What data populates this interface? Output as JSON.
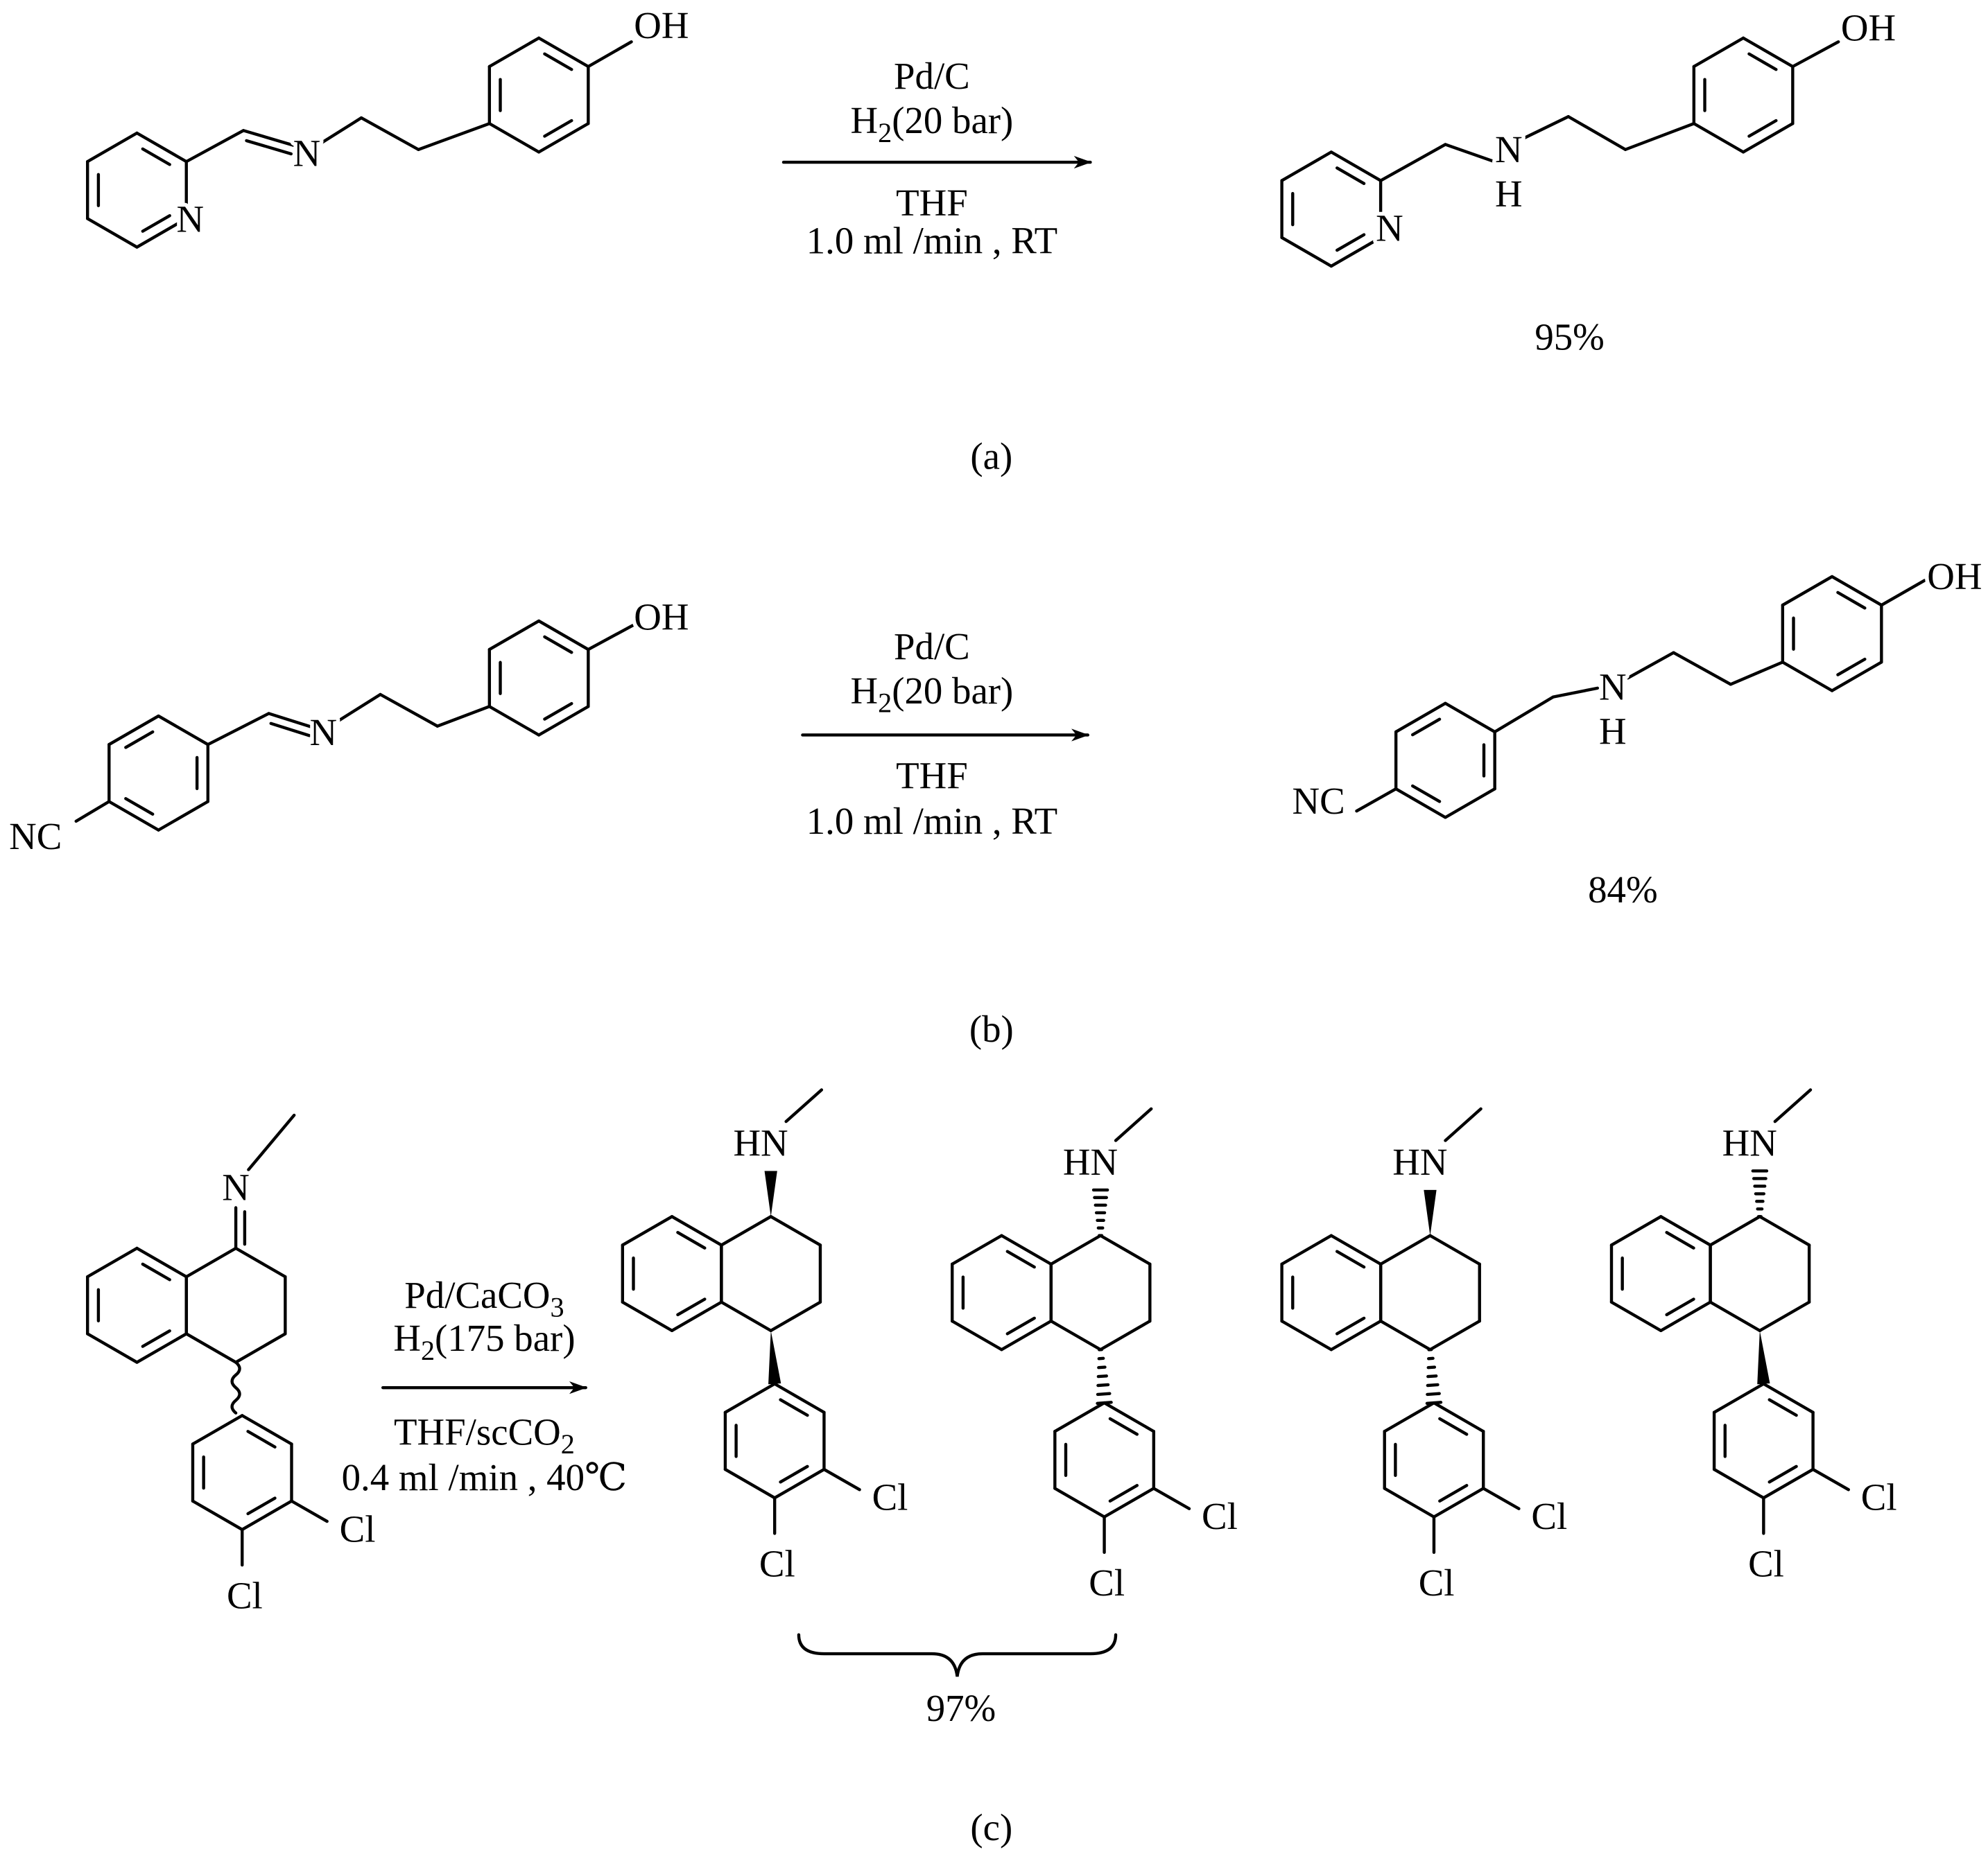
{
  "reactions": [
    {
      "label": "(a)",
      "conditions": {
        "catalyst": {
          "main": "Pd/C"
        },
        "pressure": {
          "main": "H",
          "sub": "2",
          "rest": "(20 bar)"
        },
        "solvent": {
          "main": "THF"
        },
        "flow": "1.0 ml /min , RT"
      },
      "yield": "95%",
      "atoms": {
        "reactant_n_ring": "N",
        "reactant_n_imine": "N",
        "reactant_oh": "OH",
        "product_n_ring": "N",
        "product_nh": "N",
        "product_h": "H",
        "product_oh": "OH"
      }
    },
    {
      "label": "(b)",
      "conditions": {
        "catalyst": {
          "main": "Pd/C"
        },
        "pressure": {
          "main": "H",
          "sub": "2",
          "rest": "(20 bar)"
        },
        "solvent": {
          "main": "THF"
        },
        "flow": "1.0 ml /min , RT"
      },
      "yield": "84%",
      "atoms": {
        "reactant_nc": "NC",
        "reactant_n_imine": "N",
        "reactant_oh": "OH",
        "product_nc": "NC",
        "product_nh": "N",
        "product_h": "H",
        "product_oh": "OH"
      }
    },
    {
      "label": "(c)",
      "conditions": {
        "catalyst": {
          "main": "Pd/CaCO",
          "sub": "3"
        },
        "pressure": {
          "main": "H",
          "sub": "2",
          "rest": "(175 bar)"
        },
        "solvent": {
          "main": "THF/scCO",
          "sub": "2"
        },
        "flow": "0.4 ml /min , 40℃"
      },
      "yield": "97%",
      "atoms": {
        "reactant_n": "N",
        "cl": "Cl",
        "hn": "HN"
      }
    }
  ]
}
